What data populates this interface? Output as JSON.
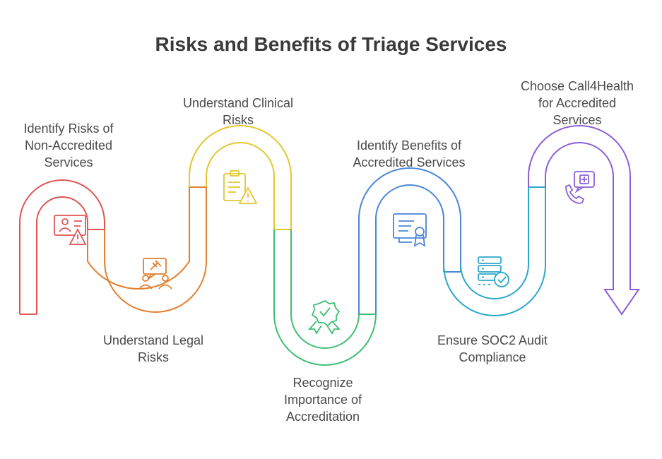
{
  "title": "Risks and Benefits of Triage Services",
  "steps": [
    {
      "label": "Identify Risks of\nNon-Accredited\nServices",
      "color": "#e05555",
      "icon": "id-card-warning-icon"
    },
    {
      "label": "Understand Legal\nRisks",
      "color": "#e07f2e",
      "icon": "legal-advice-people-icon"
    },
    {
      "label": "Understand Clinical\nRisks",
      "color": "#e3c72e",
      "icon": "clipboard-warning-icon"
    },
    {
      "label": "Recognize\nImportance of\nAccreditation",
      "color": "#3dbf74",
      "icon": "award-badge-check-icon"
    },
    {
      "label": "Identify Benefits of\nAccredited Services",
      "color": "#4a86d9",
      "icon": "certificate-icon"
    },
    {
      "label": "Ensure SOC2 Audit\nCompliance",
      "color": "#2aa8c9",
      "icon": "server-check-icon"
    },
    {
      "label": "Choose Call4Health\nfor Accredited\nServices",
      "color": "#8a5fd6",
      "icon": "phone-medical-chat-icon"
    }
  ]
}
